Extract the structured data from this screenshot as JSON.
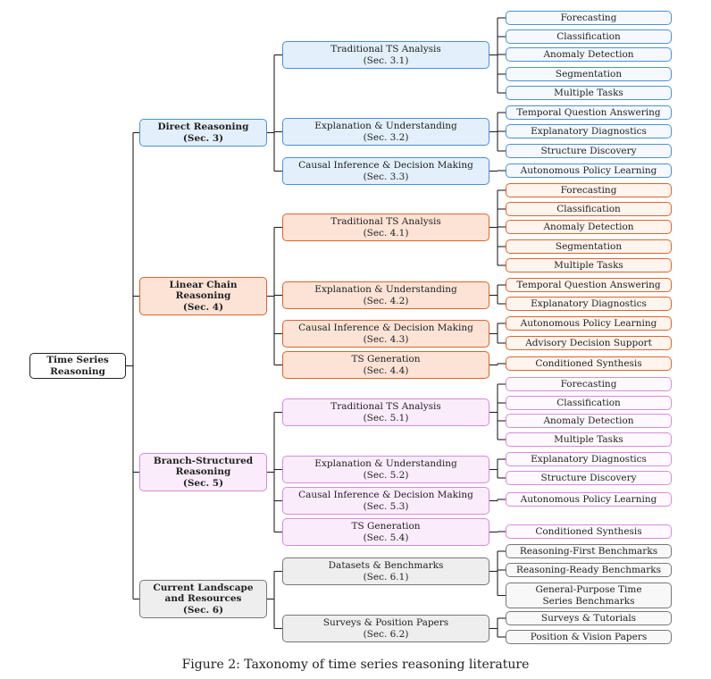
{
  "root": {
    "label": "Time Series\nReasoning"
  },
  "themes": {
    "blue": {
      "border": "#4a90d9",
      "fill": "#e3f0fb",
      "leaf": "#f5f9fe"
    },
    "orange": {
      "border": "#e0632a",
      "fill": "#fde3d6",
      "leaf": "#fff4ee"
    },
    "pink": {
      "border": "#d98ad9",
      "fill": "#fbecfb",
      "leaf": "#fef9fe"
    },
    "gray": {
      "border": "#777777",
      "fill": "#eeeeee",
      "leaf": "#f8f8f8"
    }
  },
  "categories": [
    {
      "label": "Direct Reasoning\n(Sec. 3)",
      "theme": "blue",
      "children": [
        {
          "label": "Traditional TS Analysis\n(Sec. 3.1)",
          "leaves": [
            "Forecasting",
            "Classification",
            "Anomaly Detection",
            "Segmentation",
            "Multiple Tasks"
          ]
        },
        {
          "label": "Explanation & Understanding\n(Sec. 3.2)",
          "leaves": [
            "Temporal Question Answering",
            "Explanatory Diagnostics",
            "Structure Discovery"
          ]
        },
        {
          "label": "Causal Inference & Decision Making\n(Sec. 3.3)",
          "leaves": [
            "Autonomous Policy Learning"
          ]
        }
      ]
    },
    {
      "label": "Linear Chain\nReasoning\n(Sec. 4)",
      "theme": "orange",
      "children": [
        {
          "label": "Traditional TS Analysis\n(Sec. 4.1)",
          "leaves": [
            "Forecasting",
            "Classification",
            "Anomaly Detection",
            "Segmentation",
            "Multiple Tasks"
          ]
        },
        {
          "label": "Explanation & Understanding\n(Sec. 4.2)",
          "leaves": [
            "Temporal Question Answering",
            "Explanatory Diagnostics"
          ]
        },
        {
          "label": "Causal Inference & Decision Making\n(Sec. 4.3)",
          "leaves": [
            "Autonomous Policy Learning",
            "Advisory Decision Support"
          ]
        },
        {
          "label": "TS Generation\n(Sec. 4.4)",
          "leaves": [
            "Conditioned Synthesis"
          ]
        }
      ]
    },
    {
      "label": "Branch-Structured\nReasoning\n(Sec. 5)",
      "theme": "pink",
      "children": [
        {
          "label": "Traditional TS Analysis\n(Sec. 5.1)",
          "leaves": [
            "Forecasting",
            "Classification",
            "Anomaly Detection",
            "Multiple Tasks"
          ]
        },
        {
          "label": "Explanation & Understanding\n(Sec. 5.2)",
          "leaves": [
            "Explanatory Diagnostics",
            "Structure Discovery"
          ]
        },
        {
          "label": "Causal Inference & Decision Making\n(Sec. 5.3)",
          "leaves": [
            "Autonomous Policy Learning"
          ]
        },
        {
          "label": "TS Generation\n(Sec. 5.4)",
          "leaves": [
            "Conditioned Synthesis"
          ]
        }
      ]
    },
    {
      "label": "Current Landscape\nand Resources\n(Sec. 6)",
      "theme": "gray",
      "children": [
        {
          "label": "Datasets & Benchmarks\n(Sec. 6.1)",
          "leaves": [
            "Reasoning-First Benchmarks",
            "Reasoning-Ready Benchmarks",
            "General-Purpose Time\nSeries Benchmarks"
          ]
        },
        {
          "label": "Surveys & Position Papers\n(Sec. 6.2)",
          "leaves": [
            "Surveys & Tutorials",
            "Position & Vision Papers"
          ]
        }
      ]
    }
  ],
  "caption": "Figure 2: Taxonomy of time series reasoning literature"
}
